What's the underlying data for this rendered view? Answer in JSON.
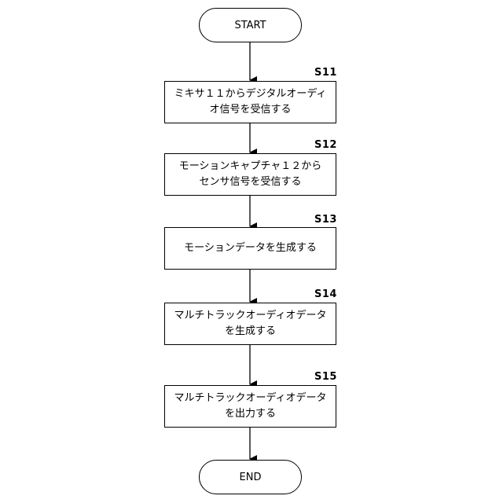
{
  "flowchart": {
    "start_label": "START",
    "end_label": "END",
    "steps": [
      {
        "id": "S11",
        "lines": [
          "ミキサ１１からデジタルオーディ",
          "オ信号を受信する"
        ]
      },
      {
        "id": "S12",
        "lines": [
          "モーションキャプチャ１２から",
          "センサ信号を受信する"
        ]
      },
      {
        "id": "S13",
        "lines": [
          "モーションデータを生成する"
        ]
      },
      {
        "id": "S14",
        "lines": [
          "マルチトラックオーディオデータ",
          "を生成する"
        ]
      },
      {
        "id": "S15",
        "lines": [
          "マルチトラックオーディオデータ",
          "を出力する"
        ]
      }
    ]
  }
}
